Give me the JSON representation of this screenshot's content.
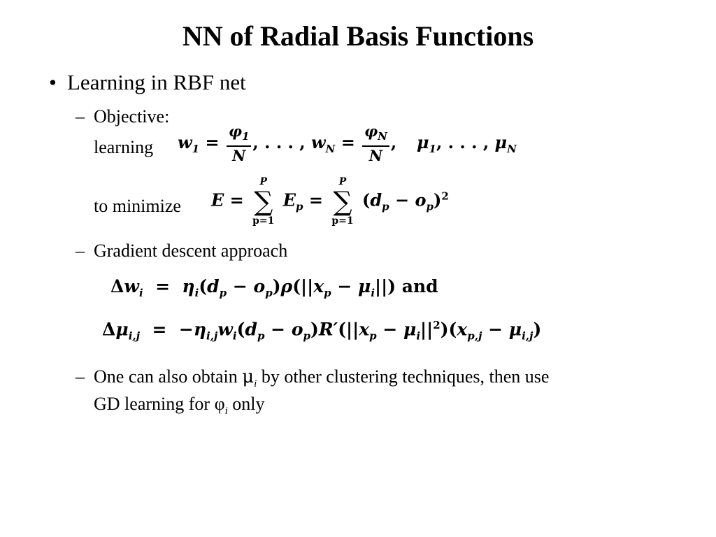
{
  "slide": {
    "title": "NN of Radial Basis Functions",
    "bullet": {
      "marker": "•",
      "text": "Learning in RBF net"
    },
    "objective": {
      "dash": "–",
      "label": "Objective:"
    },
    "learning_label": "learning",
    "minimize_label": "to minimize",
    "gradient": {
      "dash": "–",
      "label": "Gradient descent approach"
    },
    "eq3_and": "and",
    "other": {
      "dash": "–",
      "part1": "One can also obtain",
      "mu": "μ",
      "mu_sub": "i",
      "part2": "by other clustering techniques, then use",
      "line2_part1": "GD learning for",
      "phi": "φ",
      "phi_sub": "i",
      "line2_part2": "only"
    },
    "sum_upper": "P",
    "sum_lower": "p=1"
  }
}
